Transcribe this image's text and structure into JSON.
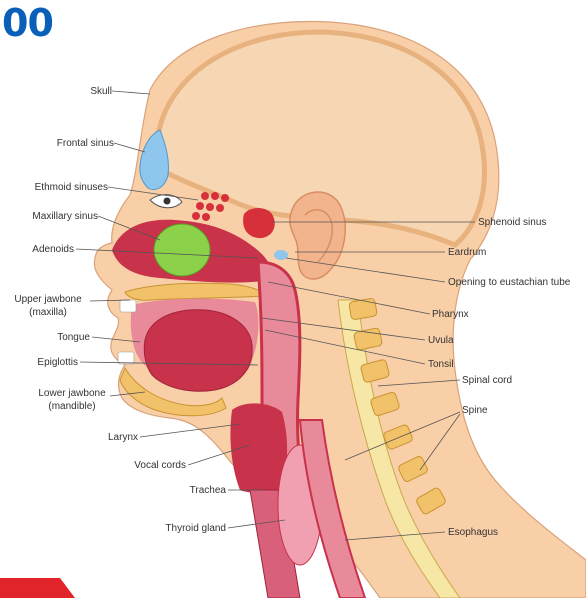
{
  "page_number": "00",
  "colors": {
    "title_blue": "#0a5fb8",
    "skin": "#f9cfa8",
    "skull": "#f7d7b3",
    "bone": "#f2c26b",
    "muscle": "#c8324a",
    "airway": "#e88a9a",
    "sinus_blue": "#8fc6ee",
    "sinus_red": "#d6303b",
    "adenoid_green": "#8cd14a",
    "thyroid": "#f0a0b0",
    "footer_red": "#e0242a"
  },
  "labels": {
    "skull": "Skull",
    "frontal_sinus": "Frontal sinus",
    "ethmoid_sinuses": "Ethmoid sinuses",
    "maxillary_sinus": "Maxillary sinus",
    "adenoids": "Adenoids",
    "upper_jawbone_1": "Upper jawbone",
    "upper_jawbone_2": "(maxilla)",
    "tongue": "Tongue",
    "epiglottis": "Epiglottis",
    "lower_jawbone_1": "Lower jawbone",
    "lower_jawbone_2": "(mandible)",
    "larynx": "Larynx",
    "vocal_cords": "Vocal cords",
    "trachea": "Trachea",
    "thyroid_gland": "Thyroid gland",
    "sphenoid_sinus": "Sphenoid sinus",
    "eardrum": "Eardrum",
    "eustachian": "Opening to eustachian tube",
    "pharynx": "Pharynx",
    "uvula": "Uvula",
    "tonsil": "Tonsil",
    "spinal_cord": "Spinal cord",
    "spine": "Spine",
    "esophagus": "Esophagus"
  }
}
